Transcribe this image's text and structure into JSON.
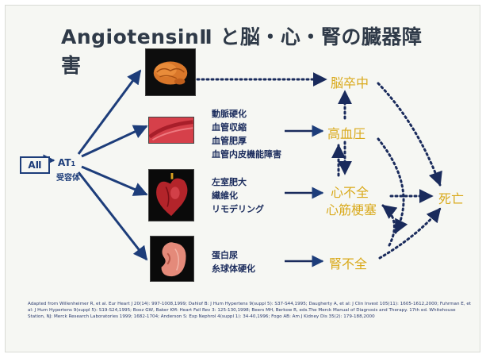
{
  "title": "AngiotensinⅡ と脳・心・腎の臓器障害",
  "source": {
    "label": "AⅡ",
    "receptor_name": "AT",
    "receptor_sub": "1",
    "receptor_caption": "受容体"
  },
  "organs": [
    {
      "name": "brain",
      "icon": "brain-icon"
    },
    {
      "name": "vessel",
      "icon": "blood-vessel-icon"
    },
    {
      "name": "heart",
      "icon": "heart-icon"
    },
    {
      "name": "kidney",
      "icon": "kidney-icon"
    }
  ],
  "descriptions": {
    "vessel": [
      "動脈硬化",
      "血管収縮",
      "血管肥厚",
      "血管内皮機能障害"
    ],
    "heart": [
      "左室肥大",
      "繊維化",
      "リモデリング"
    ],
    "kidney": [
      "蛋白尿",
      "糸球体硬化"
    ]
  },
  "outcomes": {
    "stroke": "脳卒中",
    "hypertension": "高血圧",
    "heart_failure": "心不全",
    "infarction": "心筋梗塞",
    "renal_failure": "腎不全",
    "death": "死亡"
  },
  "colors": {
    "outcome_text": "#d9a91a",
    "navy": "#1d3d7a",
    "dotted_arrow": "#1a2b5c"
  },
  "references": "Adapted from Willenheimer R, et al. Eur Heart J 20(14): 997-1008,1999; Dahlof B: J Hum Hypertens 9(suppl 5): S37-S44,1995; Daugherty A, et al: J Clin Invest 105(11): 1605-1612,2000; Fuhrman E, et al: J Hum Hypertens 9(suppl 5): S19-S24,1995; Booz GW, Baker KM: Heart Fail Rev 3: 125-130,1998; Beers MH, Berkow R, eds.The Merck Manual of Diagnosis and Therapy. 17th ed. Whitehouse Station, NJ: Merck Research Laboratories 1999; 1682-1704; Anderson S: Exp Nephrol 4(suppl 1): 34-40,1996; Fogo AB: Am J Kidney Dis 35(2): 179-188,2000"
}
